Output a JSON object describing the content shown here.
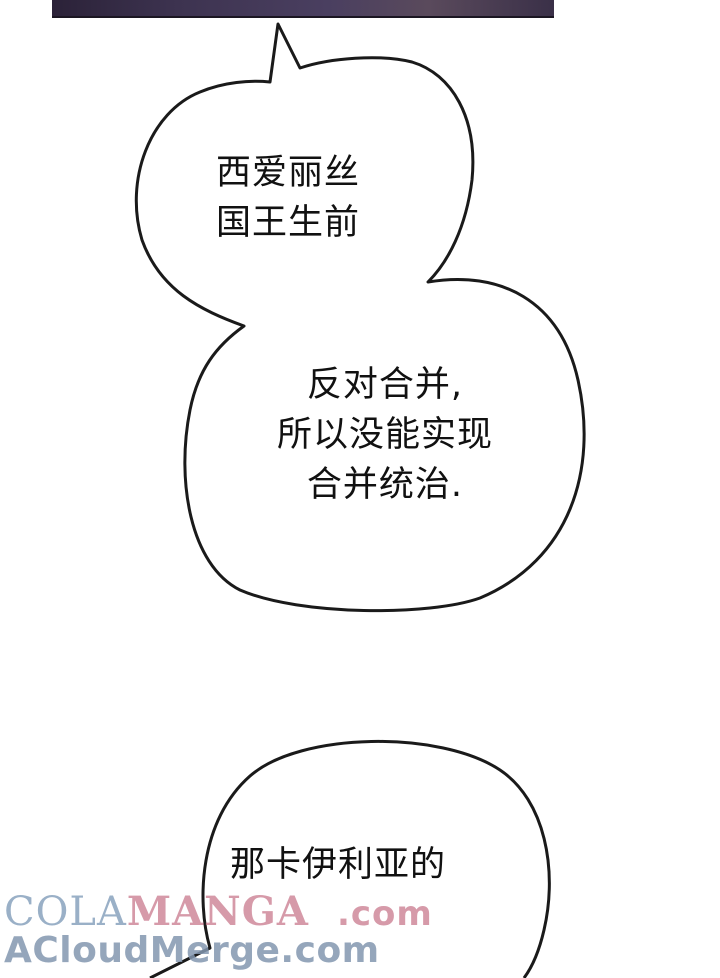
{
  "bubble_1": {
    "lines": [
      "西爱丽丝",
      "国王生前"
    ]
  },
  "bubble_2": {
    "lines": [
      "反对合并,",
      "所以没能实现",
      "合并统治."
    ]
  },
  "bubble_3": {
    "lines": [
      "那卡伊利亚的"
    ]
  },
  "watermark": {
    "cola": "COLA",
    "manga": "MANGA",
    "com": ".com",
    "line2": "ACloudMerge.com"
  },
  "colors": {
    "bubble_stroke": "#1a1a1a",
    "bubble_fill": "#ffffff",
    "text": "#111111"
  }
}
